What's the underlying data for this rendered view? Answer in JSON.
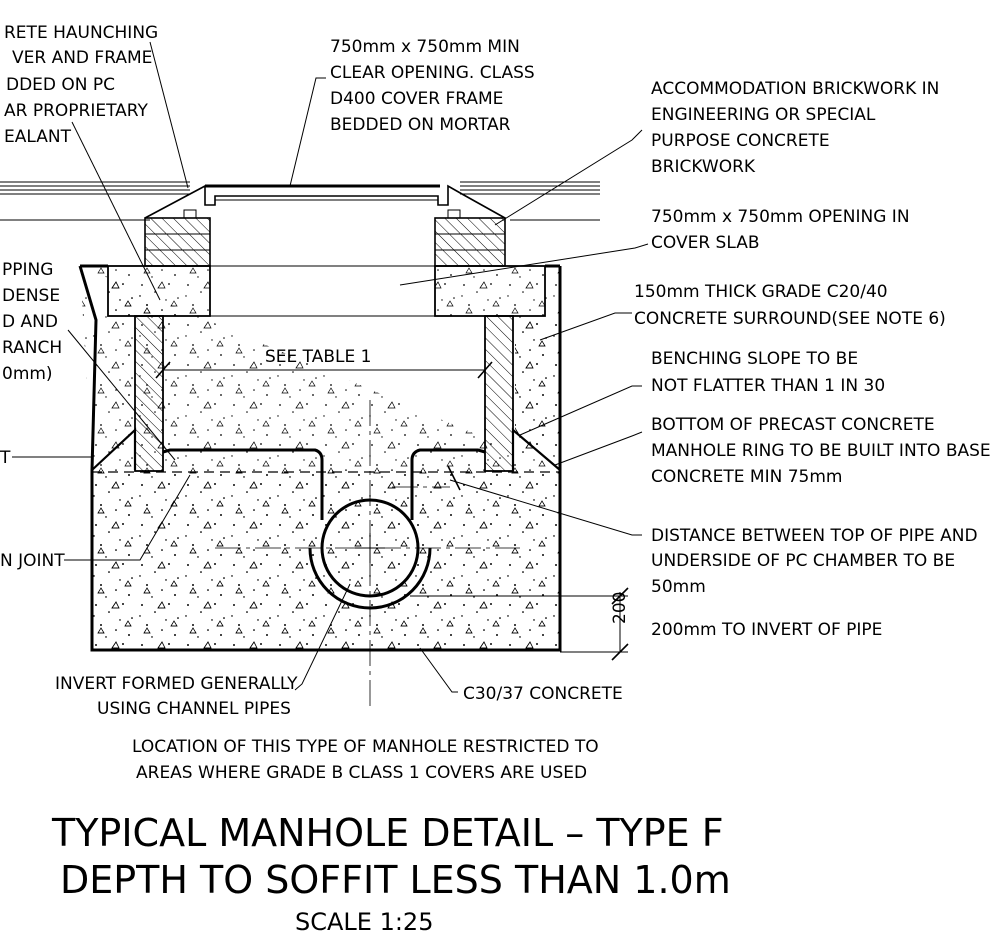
{
  "labels": {
    "haunching": [
      "RETE HAUNCHING",
      "VER AND FRAME",
      "DDED ON PC",
      "AR PROPRIETARY",
      "EALANT"
    ],
    "clear_opening": [
      "750mm x 750mm MIN",
      "CLEAR OPENING. CLASS",
      "D400 COVER FRAME",
      "BEDDED ON MORTAR"
    ],
    "brickwork": [
      "ACCOMMODATION BRICKWORK IN",
      "ENGINEERING OR SPECIAL",
      "PURPOSE CONCRETE",
      "BRICKWORK"
    ],
    "opening_slab": [
      "750mm x 750mm OPENING IN",
      "COVER SLAB"
    ],
    "surround": [
      "150mm THICK GRADE C20/40",
      "CONCRETE SURROUND(SEE NOTE 6)"
    ],
    "benching": [
      "BENCHING SLOPE TO BE",
      "NOT FLATTER THAN 1 IN 30"
    ],
    "precast": [
      "BOTTOM OF PRECAST CONCRETE",
      "MANHOLE RING TO BE BUILT INTO BASE",
      "CONCRETE MIN 75mm"
    ],
    "distance": [
      "DISTANCE BETWEEN TOP OF PIPE AND",
      "UNDERSIDE OF PC CHAMBER TO BE",
      "50mm"
    ],
    "invert_depth": [
      "200mm TO INVERT OF PIPE"
    ],
    "left_partial": [
      "PPING",
      "DENSE",
      "D AND",
      "RANCH",
      "0mm)"
    ],
    "left_t": "T",
    "left_joint": "N JOINT",
    "see_table": "SEE TABLE 1",
    "dim_200": "200",
    "invert_formed": [
      "INVERT FORMED GENERALLY",
      "USING CHANNEL PIPES"
    ],
    "concrete_grade": "C30/37 CONCRETE",
    "location_note": [
      "LOCATION OF THIS TYPE OF MANHOLE RESTRICTED TO",
      "AREAS WHERE GRADE B CLASS 1 COVERS ARE USED"
    ]
  },
  "title": {
    "line1": "TYPICAL MANHOLE DETAIL – TYPE F",
    "line2": "DEPTH TO SOFFIT LESS THAN 1.0m",
    "scale": "SCALE 1:25"
  }
}
